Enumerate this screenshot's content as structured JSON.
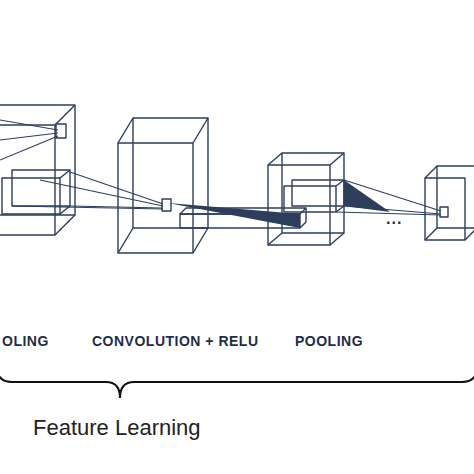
{
  "diagram": {
    "labels": [
      "OLING",
      "CONVOLUTION + RELU",
      "POOLING",
      "...",
      "Feature Learning"
    ]
  }
}
